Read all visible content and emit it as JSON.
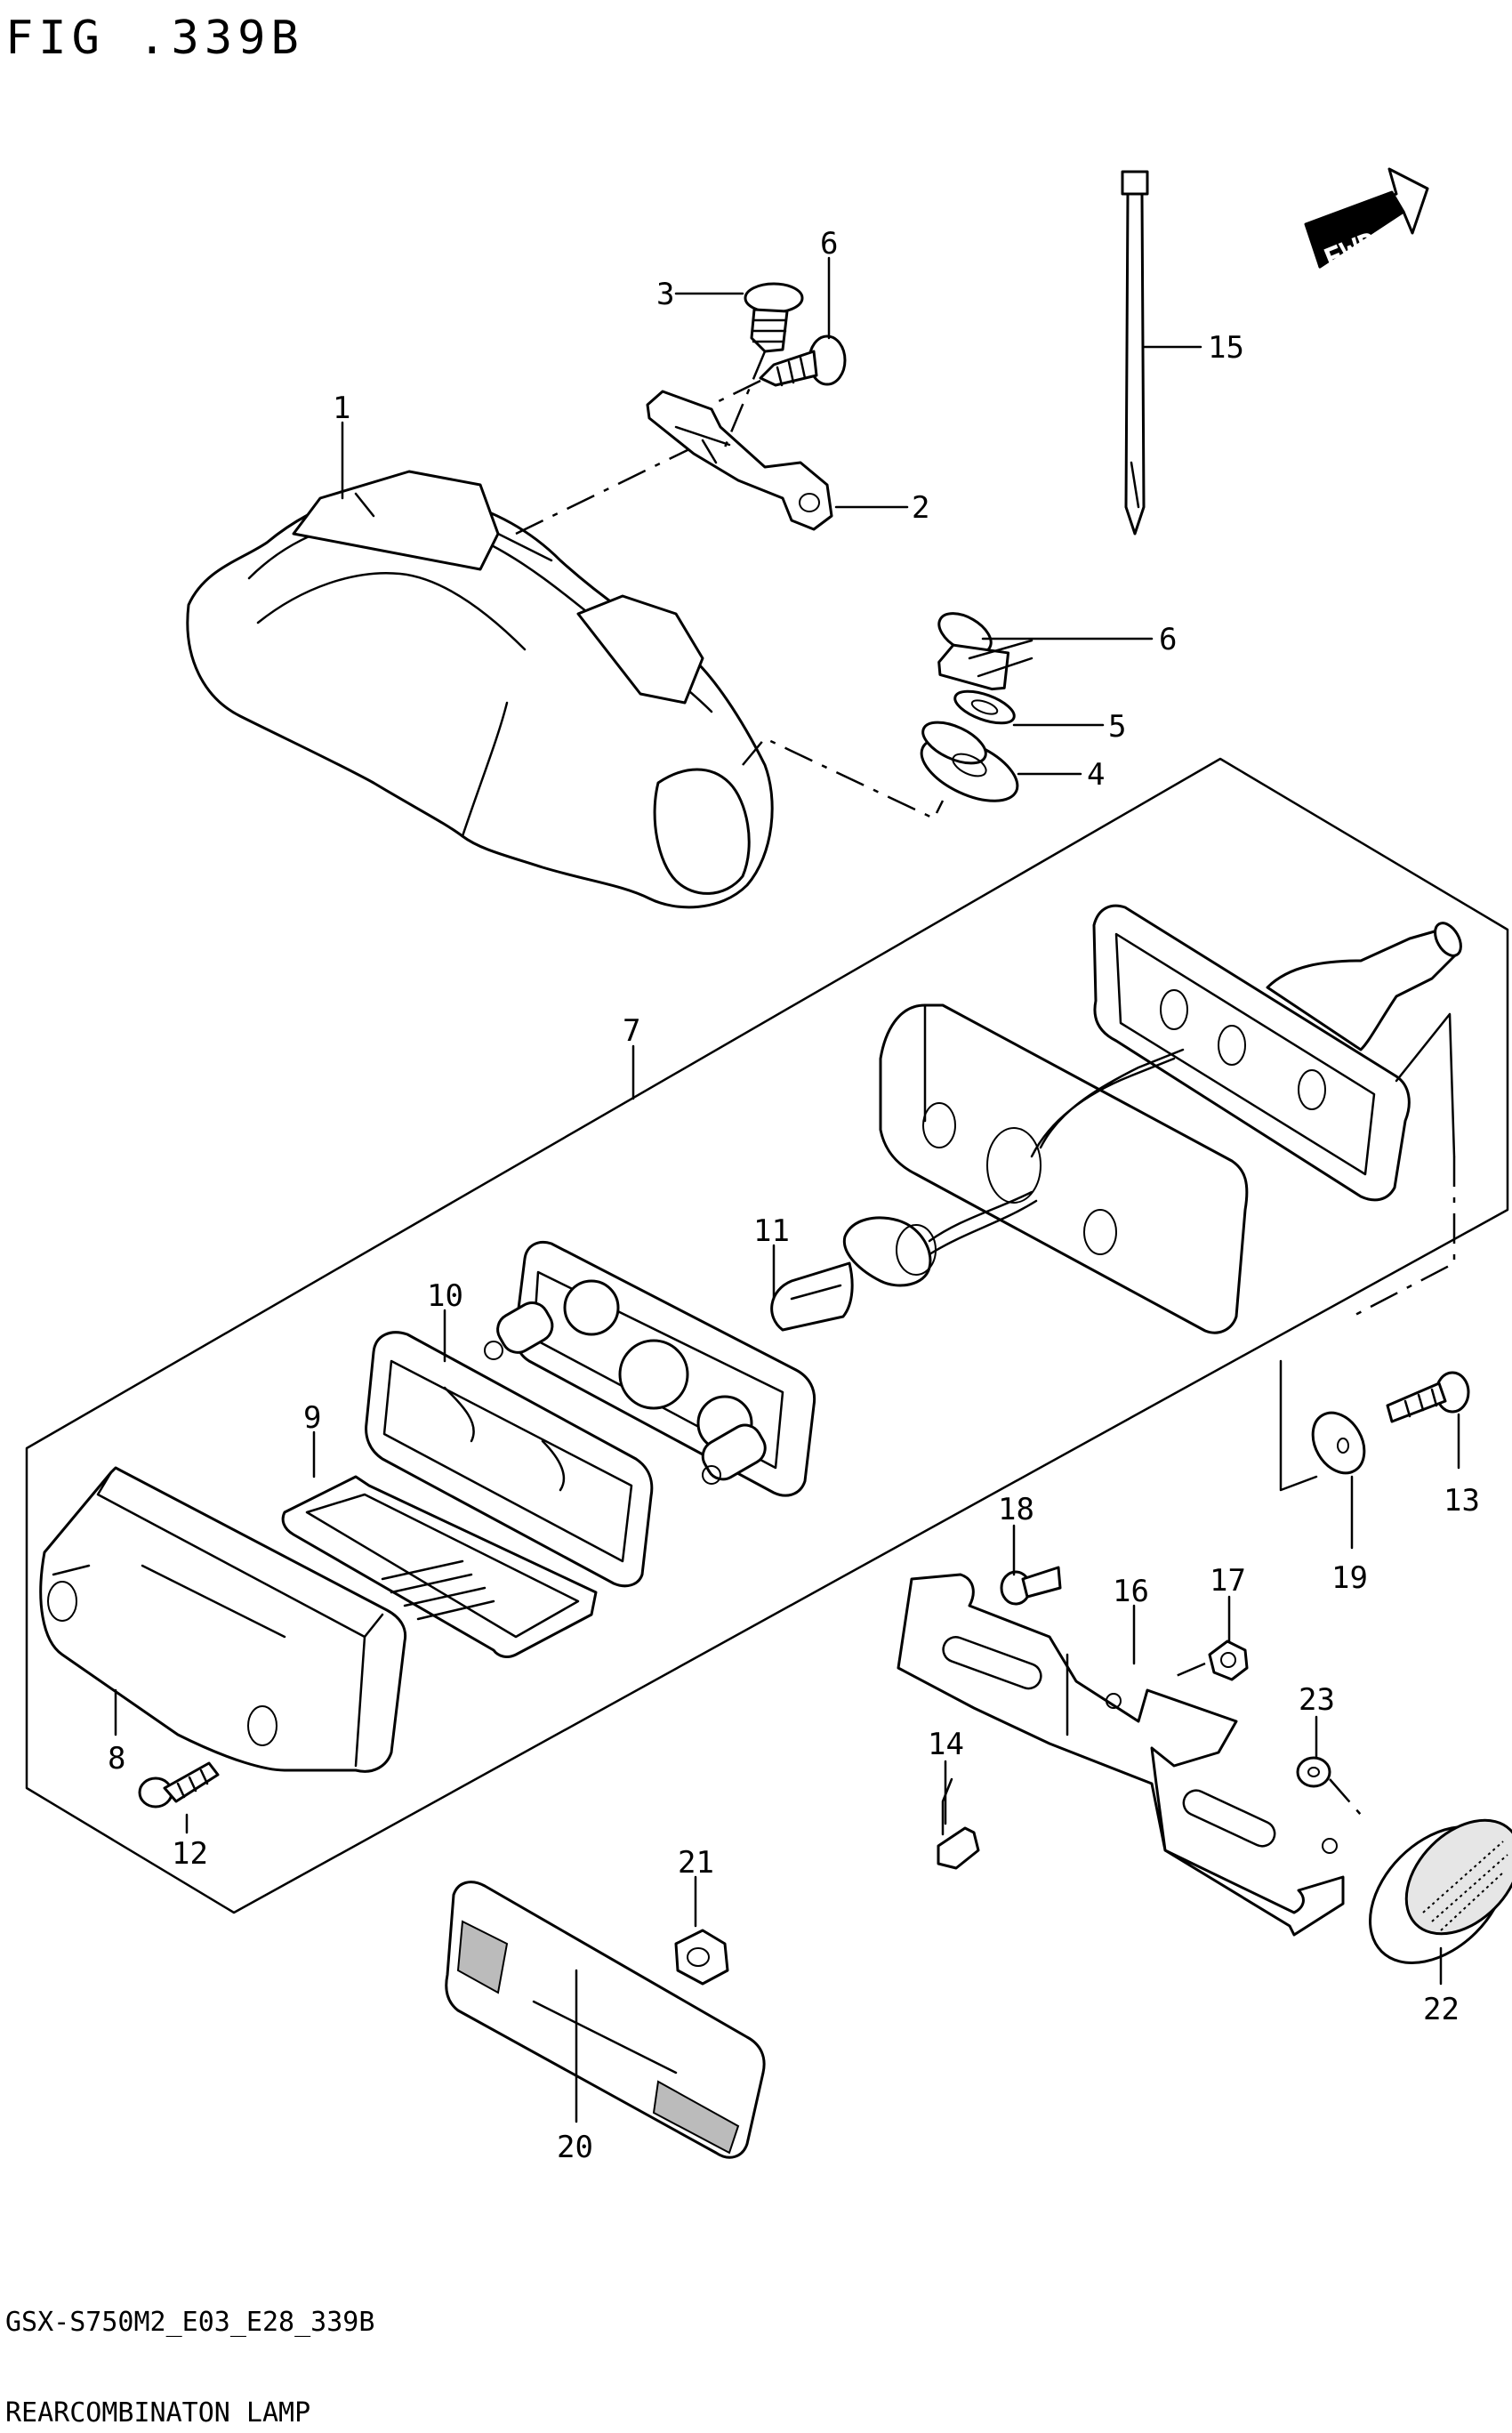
{
  "figure_title": "FIG .339B",
  "direction_badge": "FWD",
  "footer": {
    "code": "GSX-S750M2_E03_E28_339B",
    "caption": "REARCOMBINATON LAMP"
  },
  "callouts": {
    "c1": "1",
    "c2": "2",
    "c3": "3",
    "c4": "4",
    "c5": "5",
    "c6a": "6",
    "c6b": "6",
    "c7": "7",
    "c8": "8",
    "c9": "9",
    "c10": "10",
    "c11": "11",
    "c12": "12",
    "c13": "13",
    "c14": "14",
    "c15": "15",
    "c16": "16",
    "c17": "17",
    "c18": "18",
    "c19": "19",
    "c20": "20",
    "c21": "21",
    "c22": "22",
    "c23": "23"
  }
}
